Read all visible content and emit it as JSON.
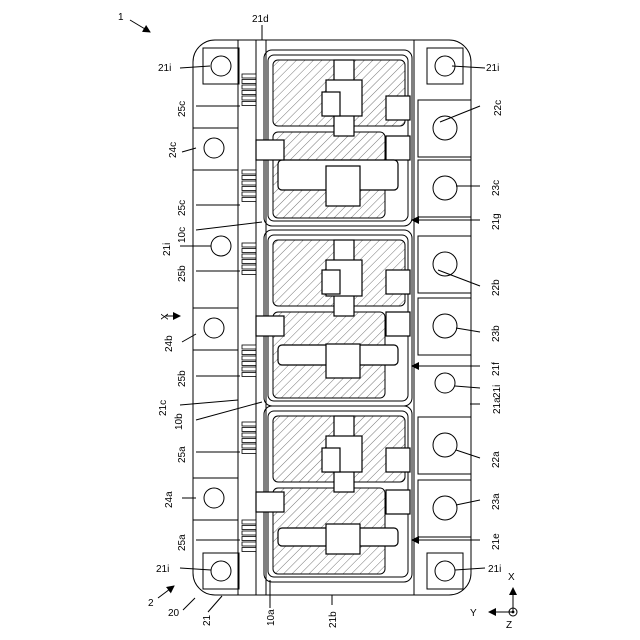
{
  "labels": {
    "ref_1": "1",
    "ref_21d": "21d",
    "ref_21i": "21i",
    "ref_25c": "25c",
    "ref_22c": "22c",
    "ref_24c": "24c",
    "ref_23c": "23c",
    "ref_21g": "21g",
    "ref_10c": "10c",
    "ref_25b": "25b",
    "ref_22b": "22b",
    "ref_x": "X",
    "ref_24b": "24b",
    "ref_23b": "23b",
    "ref_21f": "21f",
    "ref_21c": "21c",
    "ref_10b": "10b",
    "ref_21a": "21a",
    "ref_25a": "25a",
    "ref_22a": "22a",
    "ref_24a": "24a",
    "ref_23a": "23a",
    "ref_21e": "21e",
    "ref_2": "2",
    "ref_20": "20",
    "ref_21": "21",
    "ref_10a": "10a",
    "ref_21b": "21b",
    "axis_y": "Y",
    "axis_x": "X",
    "axis_z": "Z"
  }
}
